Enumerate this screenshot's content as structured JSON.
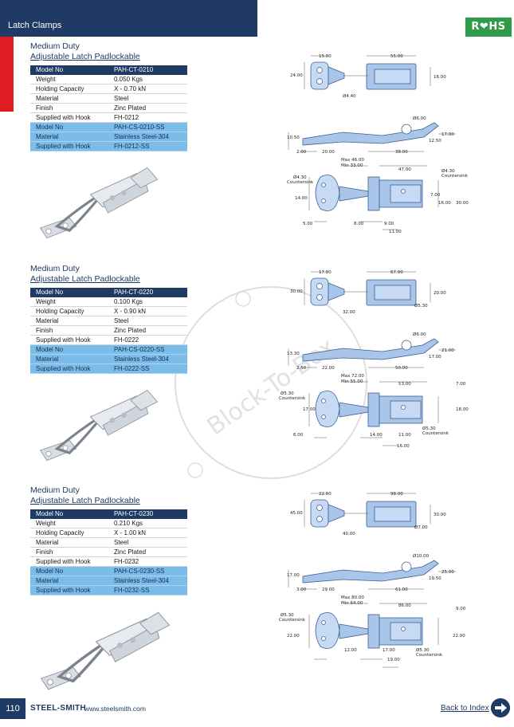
{
  "header": {
    "title": "Latch Clamps",
    "rohs_label": "R❤HS"
  },
  "sections": [
    {
      "title1": "Medium Duty",
      "title2": "Adjustable Latch Padlockable",
      "rows": [
        {
          "k": "Model No",
          "v": "PAH-CT-0210",
          "type": "head"
        },
        {
          "k": "Weight",
          "v": "0.050 Kgs",
          "type": "plain"
        },
        {
          "k": "Holding Capacity",
          "v": "X - 0.70 kN",
          "type": "plain"
        },
        {
          "k": "Material",
          "v": "Steel",
          "type": "plain"
        },
        {
          "k": "Finish",
          "v": "Zinc Plated",
          "type": "plain"
        },
        {
          "k": "Supplied with Hook",
          "v": "FH-0212",
          "type": "plain"
        },
        {
          "k": "Model No",
          "v": "PAH-CS-0210-SS",
          "type": "ss"
        },
        {
          "k": "Material",
          "v": "Stainless Steel-304",
          "type": "ss"
        },
        {
          "k": "Supplied with Hook",
          "v": "FH-0212-SS",
          "type": "ss"
        }
      ],
      "dims": {
        "top": [
          "15.00",
          "55.00",
          "24.00",
          "16.00",
          "Ø4.40"
        ],
        "side": [
          "Ø6.00",
          "10.50",
          "12.50",
          "17.00",
          "2.00",
          "20.00",
          "38.00"
        ],
        "plan": [
          "Max 46.00",
          "Min 33.00",
          "47.00",
          "Ø4.30",
          "Countersink",
          "Ø4.30",
          "Countersink",
          "7.00",
          "14.00",
          "16.00",
          "30.00",
          "5.00",
          "8.00",
          "9.00",
          "11.00"
        ]
      }
    },
    {
      "title1": "Medium Duty",
      "title2": "Adjustable Latch Padlockable",
      "rows": [
        {
          "k": "Model No",
          "v": "PAH-CT-0220",
          "type": "head"
        },
        {
          "k": "Weight",
          "v": "0.100 Kgs",
          "type": "plain"
        },
        {
          "k": "Holding Capacity",
          "v": "X - 0.90 kN",
          "type": "plain"
        },
        {
          "k": "Material",
          "v": "Steel",
          "type": "plain"
        },
        {
          "k": "Finish",
          "v": "Zinc Plated",
          "type": "plain"
        },
        {
          "k": "Supplied with Hook",
          "v": "FH-0222",
          "type": "plain"
        },
        {
          "k": "Model No",
          "v": "PAH-CS-0220-SS",
          "type": "ss"
        },
        {
          "k": "Material",
          "v": "Stainless Steel-304",
          "type": "ss"
        },
        {
          "k": "Supplied with Hook",
          "v": "FH-0222-SS",
          "type": "ss"
        }
      ],
      "dims": {
        "top": [
          "17.00",
          "67.00",
          "30.00",
          "20.00",
          "32.00",
          "Ø5.30"
        ],
        "side": [
          "Ø6.00",
          "13.30",
          "17.00",
          "21.00",
          "2.50",
          "22.00",
          "50.00"
        ],
        "plan": [
          "Max 72.00",
          "Min 55.00",
          "53.00",
          "Ø5.30",
          "Countersink",
          "7.00",
          "17.00",
          "18.00",
          "Ø5.30",
          "Countersink",
          "6.00",
          "14.00",
          "11.00",
          "16.00"
        ]
      }
    },
    {
      "title1": "Medium Duty",
      "title2": "Adjustable Latch Padlockable",
      "rows": [
        {
          "k": "Model No",
          "v": "PAH-CT-0230",
          "type": "head"
        },
        {
          "k": "Weight",
          "v": "0.210 Kgs",
          "type": "plain"
        },
        {
          "k": "Holding Capacity",
          "v": "X - 1.00 kN",
          "type": "plain"
        },
        {
          "k": "Material",
          "v": "Steel",
          "type": "plain"
        },
        {
          "k": "Finish",
          "v": "Zinc Plated",
          "type": "plain"
        },
        {
          "k": "Supplied with Hook",
          "v": "FH-0232",
          "type": "plain"
        },
        {
          "k": "Model No",
          "v": "PAH-CS-0230-SS",
          "type": "ss"
        },
        {
          "k": "Material",
          "v": "Stainless Steel-304",
          "type": "ss"
        },
        {
          "k": "Supplied with Hook",
          "v": "FH-0232-SS",
          "type": "ss"
        }
      ],
      "dims": {
        "top": [
          "22.00",
          "98.00",
          "45.00",
          "30.00",
          "40.00",
          "Ø7.00"
        ],
        "side": [
          "Ø10.00",
          "17.00",
          "19.50",
          "25.00",
          "3.00",
          "29.00",
          "61.00"
        ],
        "plan": [
          "Max 80.00",
          "Min 64.00",
          "86.00",
          "9.00",
          "Ø5.30",
          "Countersink",
          "22.00",
          "22.00",
          "Ø5.30",
          "Countersink",
          "12.00",
          "17.00",
          "19.00"
        ]
      }
    }
  ],
  "watermark": {
    "text": "Block-To-Box"
  },
  "footer": {
    "page": "110",
    "brand": "STEEL-SMITH",
    "site": "www.steelsmith.com",
    "back": "Back to Index"
  },
  "colors": {
    "navy": "#1f3a64",
    "red": "#e11b22",
    "ss_row": "#7bbde8",
    "rohs": "#2f9a4a"
  }
}
